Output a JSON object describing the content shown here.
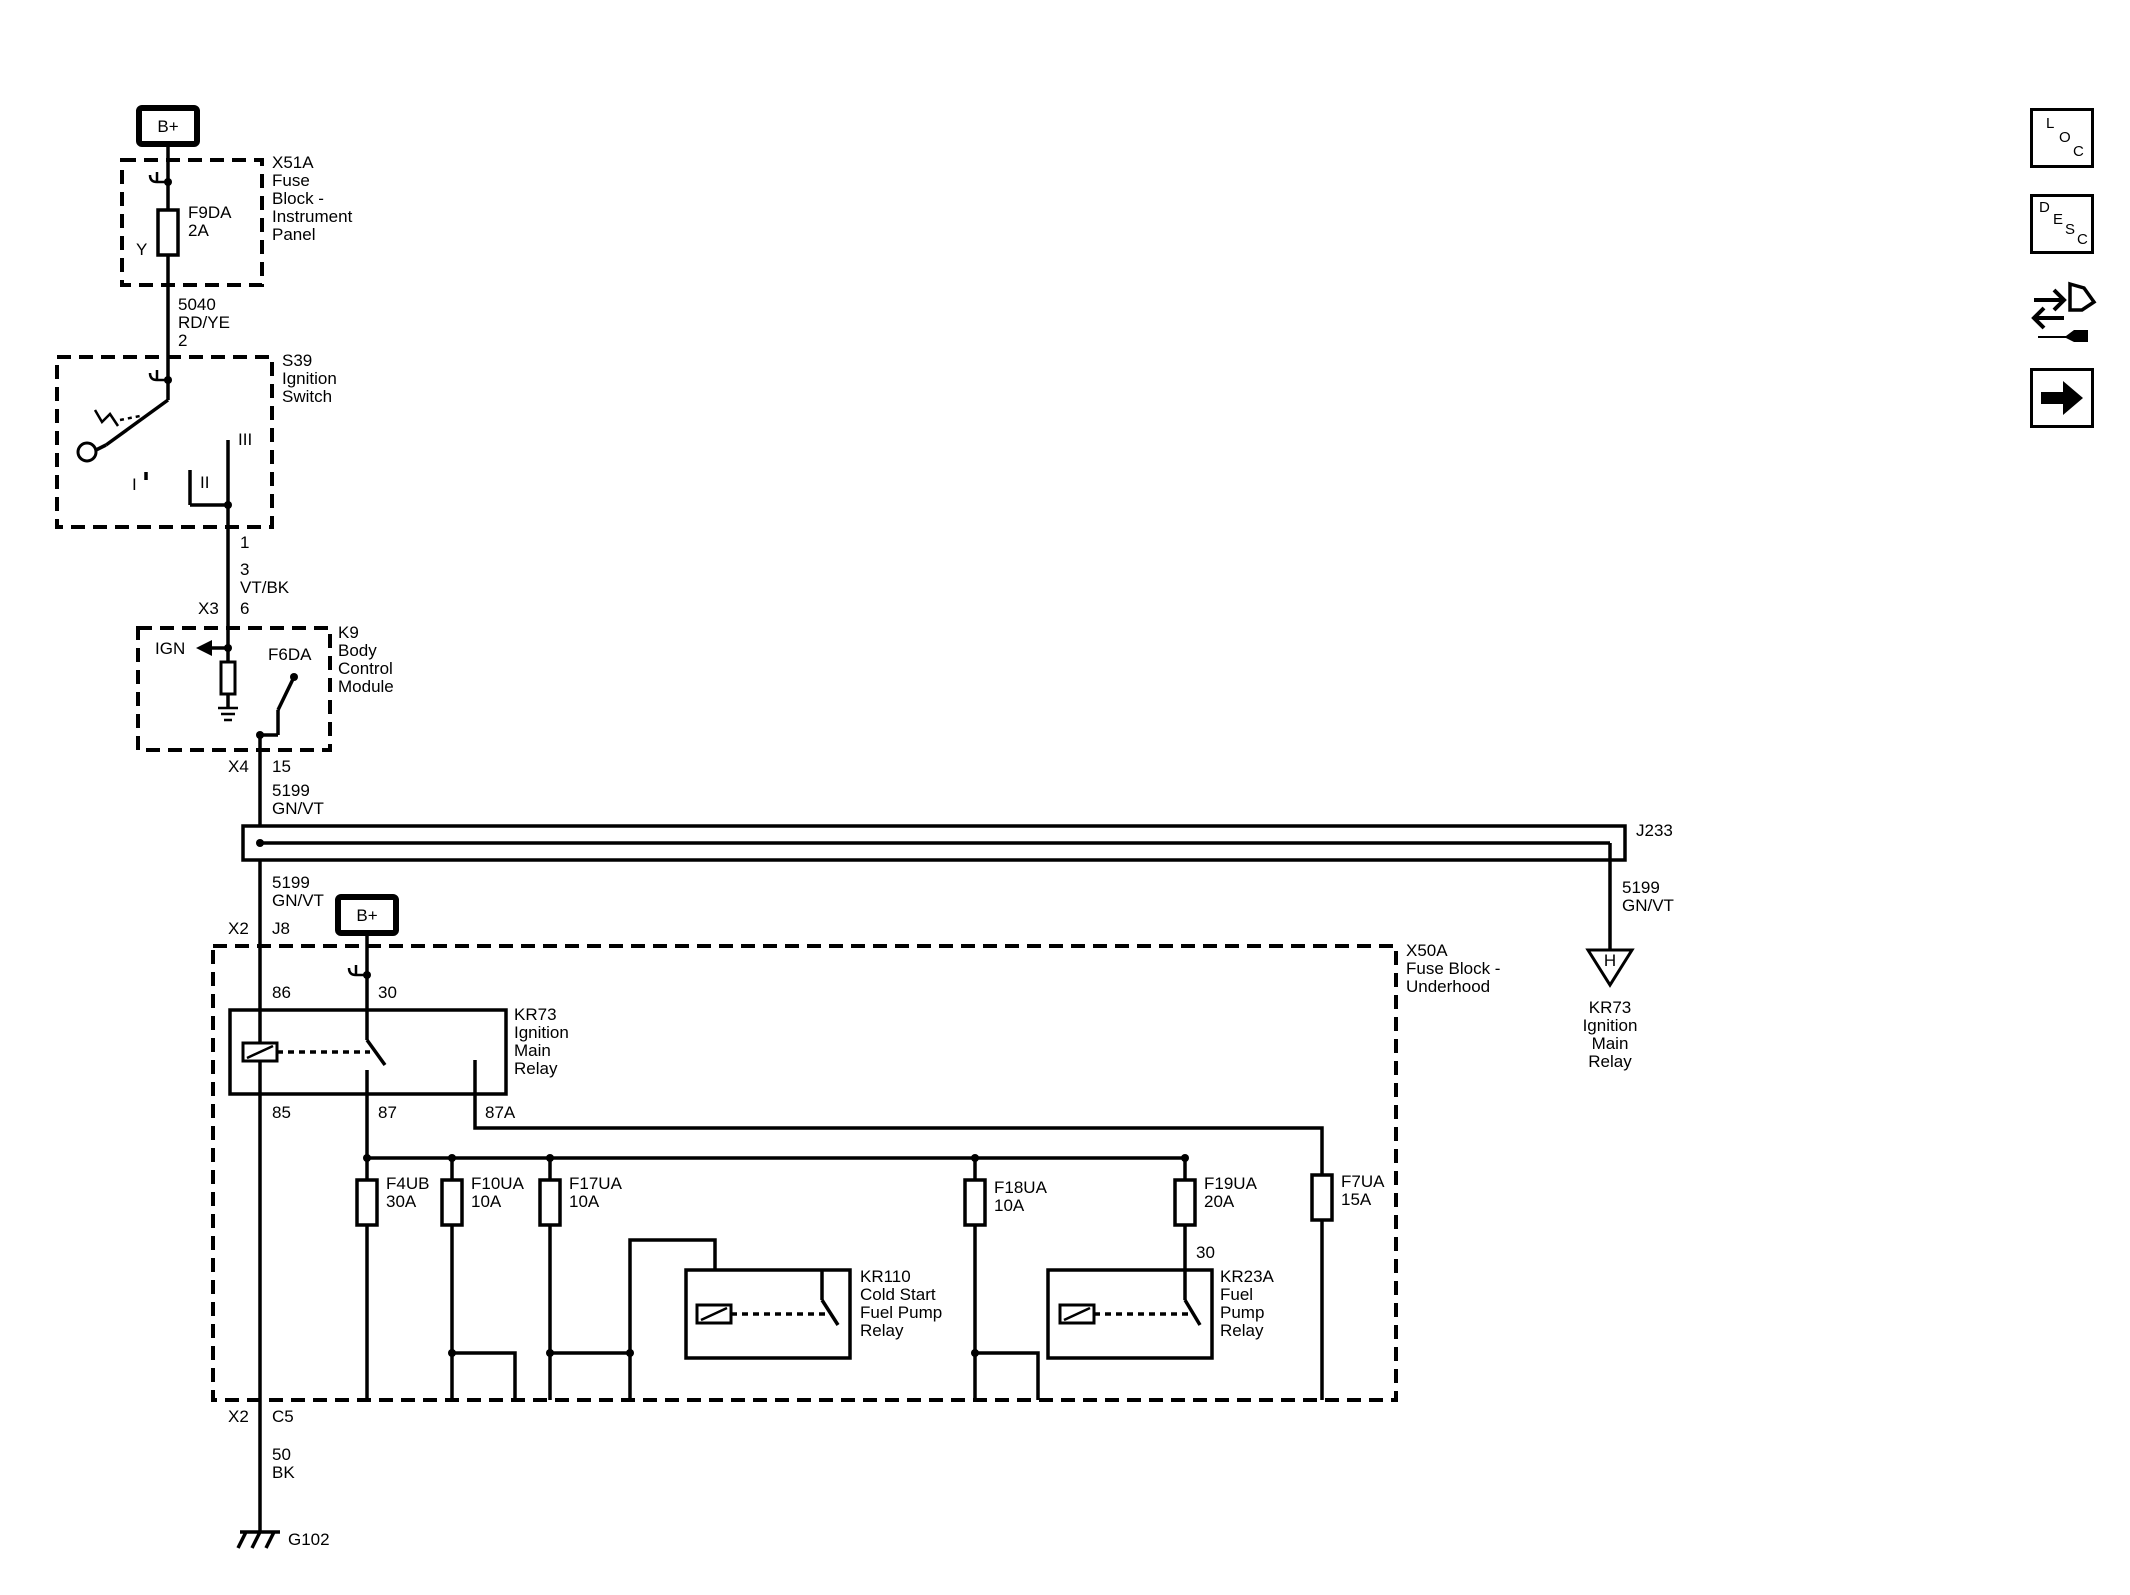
{
  "top_bplus": "B+",
  "mid_bplus": "B+",
  "x51a": {
    "line1": "X51A",
    "line2": "Fuse",
    "line3": "Block -",
    "line4": "Instrument",
    "line5": "Panel"
  },
  "f9da": {
    "name": "F9DA",
    "rating": "2A",
    "term": "Y"
  },
  "w5040": {
    "circuit": "5040",
    "color": "RD/YE",
    "pin": "2"
  },
  "s39": {
    "line1": "S39",
    "line2": "Ignition",
    "line3": "Switch",
    "pos_i": "I",
    "pos_ii": "II",
    "pos_iii": "III"
  },
  "w3": {
    "pin_top": "1",
    "circuit": "3",
    "color": "VT/BK",
    "connector": "X3",
    "pin_bottom": "6"
  },
  "k9": {
    "line1": "K9",
    "line2": "Body",
    "line3": "Control",
    "line4": "Module",
    "ign": "IGN",
    "f6da": "F6DA",
    "connector": "X4",
    "pin": "15"
  },
  "w5199a": {
    "circuit": "5199",
    "color": "GN/VT"
  },
  "j233": "J233",
  "w5199b": {
    "circuit": "5199",
    "color": "GN/VT"
  },
  "w5199c": {
    "circuit": "5199",
    "color": "GN/VT"
  },
  "hconn": "H",
  "kr73_ref": {
    "line1": "KR73",
    "line2": "Ignition",
    "line3": "Main",
    "line4": "Relay"
  },
  "x2_top": {
    "connector": "X2",
    "pin": "J8"
  },
  "x50a": {
    "line1": "X50A",
    "line2": "Fuse Block -",
    "line3": "Underhood"
  },
  "kr73": {
    "line1": "KR73",
    "line2": "Ignition",
    "line3": "Main",
    "line4": "Relay",
    "p86": "86",
    "p30": "30",
    "p85": "85",
    "p87": "87",
    "p87a": "87A"
  },
  "fuses": {
    "f4ub": {
      "name": "F4UB",
      "rating": "30A"
    },
    "f10ua": {
      "name": "F10UA",
      "rating": "10A"
    },
    "f17ua": {
      "name": "F17UA",
      "rating": "10A"
    },
    "f18ua": {
      "name": "F18UA",
      "rating": "10A"
    },
    "f19ua": {
      "name": "F19UA",
      "rating": "20A"
    },
    "f7ua": {
      "name": "F7UA",
      "rating": "15A"
    }
  },
  "kr110": {
    "line1": "KR110",
    "line2": "Cold Start",
    "line3": "Fuel Pump",
    "line4": "Relay"
  },
  "kr23a": {
    "line1": "KR23A",
    "line2": "Fuel",
    "line3": "Pump",
    "line4": "Relay",
    "p30": "30"
  },
  "x2_bottom": {
    "connector": "X2",
    "pin": "C5"
  },
  "w50": {
    "circuit": "50",
    "color": "BK"
  },
  "ground": "G102",
  "nav": {
    "loc": {
      "l1": "L",
      "l2": "O",
      "l3": "C"
    },
    "desc": {
      "l1": "D",
      "l2": "E",
      "l3": "S",
      "l4": "C"
    }
  }
}
